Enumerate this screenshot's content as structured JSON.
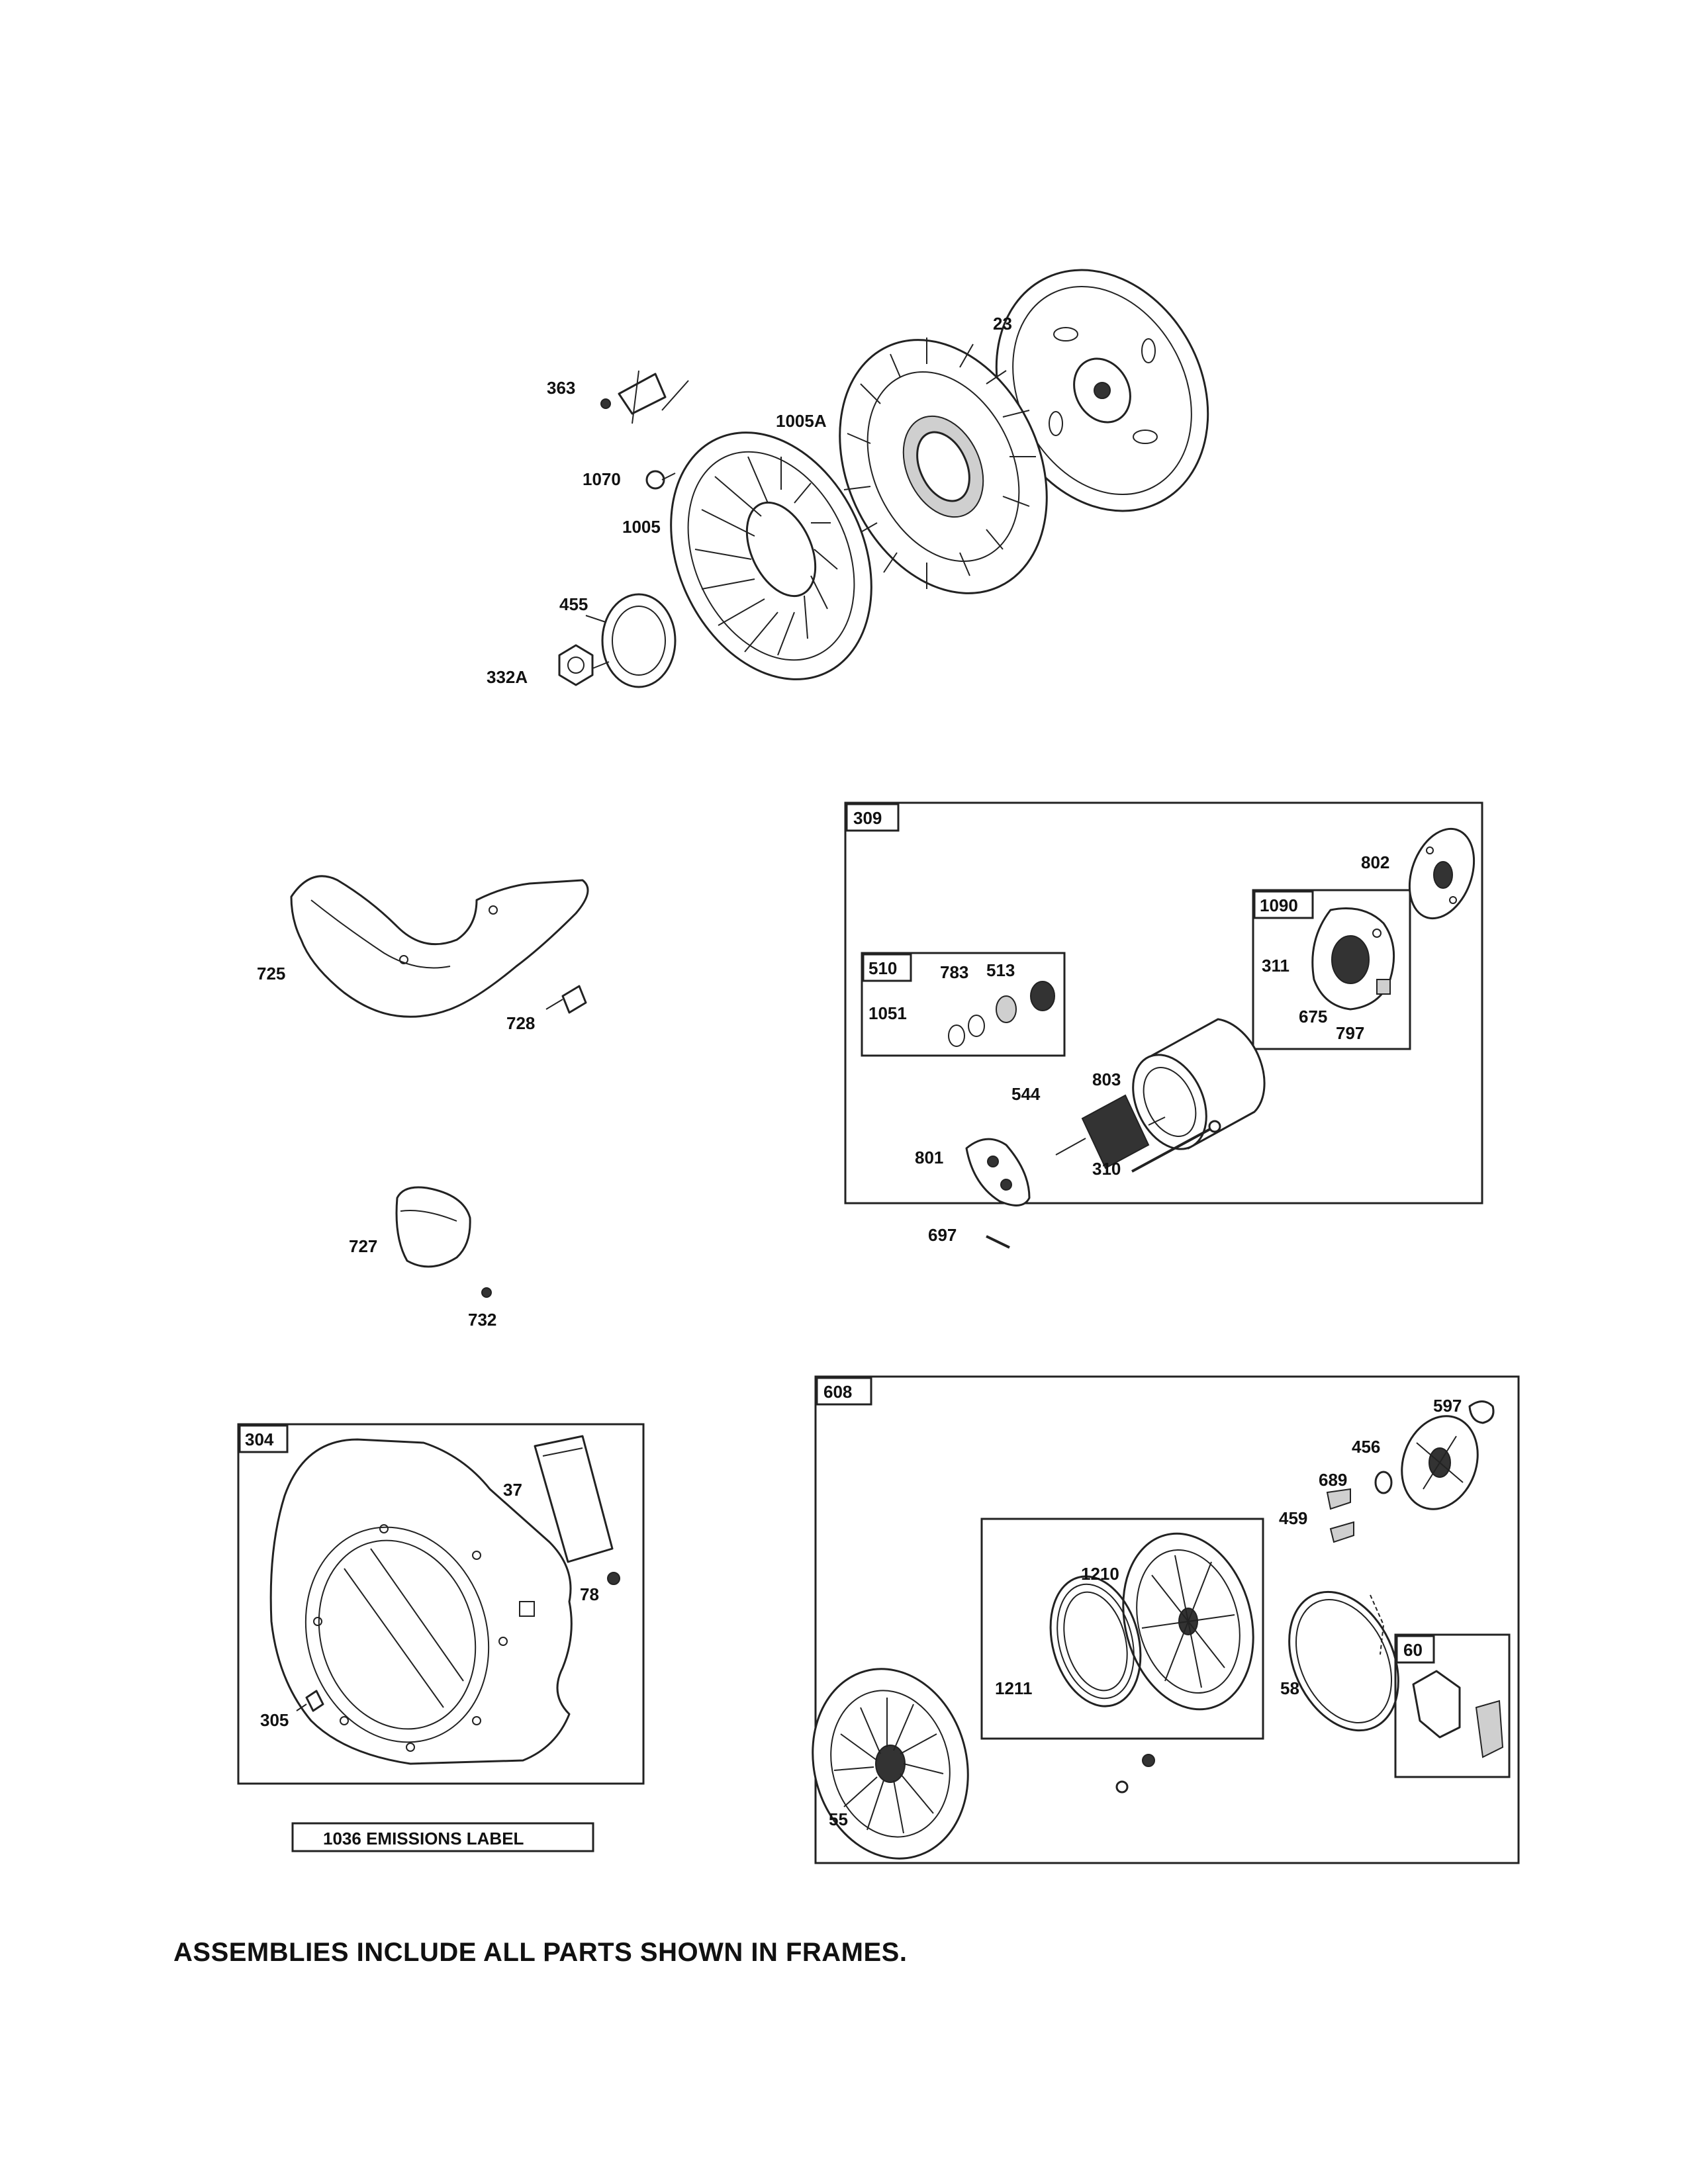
{
  "callouts": {
    "p363": "363",
    "p1070": "1070",
    "p1005": "1005",
    "p1005a": "1005A",
    "p23": "23",
    "p455": "455",
    "p332a": "332A",
    "p725": "725",
    "p728": "728",
    "p727": "727",
    "p732": "732",
    "p309": "309",
    "p802": "802",
    "p1090": "1090",
    "p311": "311",
    "p675": "675",
    "p797": "797",
    "p510": "510",
    "p783": "783",
    "p513": "513",
    "p1051": "1051",
    "p803": "803",
    "p544": "544",
    "p801": "801",
    "p310": "310",
    "p697": "697",
    "p304": "304",
    "p37": "37",
    "p78": "78",
    "p305": "305",
    "p608": "608",
    "p597": "597",
    "p456": "456",
    "p689": "689",
    "p459": "459",
    "p1210": "1210",
    "p1211": "1211",
    "p58": "58",
    "p60": "60",
    "p55": "55"
  },
  "emissions_label": "1036 EMISSIONS LABEL",
  "footer_note": "ASSEMBLIES INCLUDE ALL PARTS SHOWN IN FRAMES."
}
